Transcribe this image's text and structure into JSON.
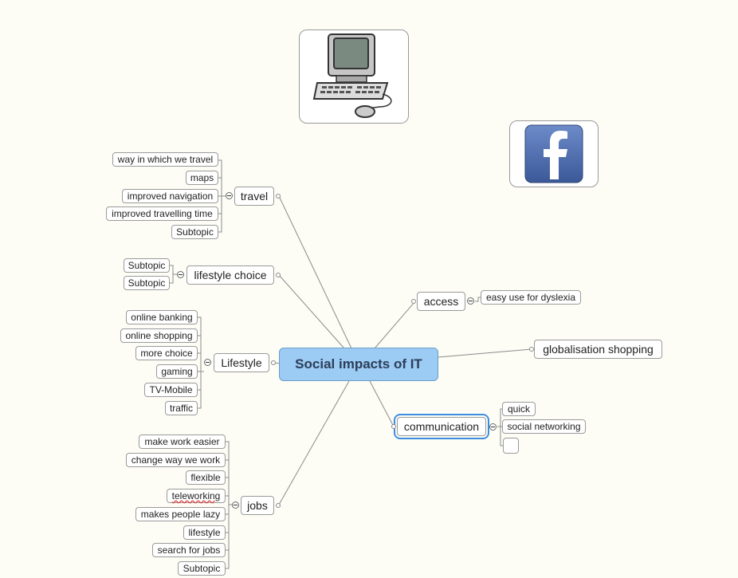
{
  "central": {
    "label": "Social impacts of IT"
  },
  "travel": {
    "label": "travel",
    "subtopics": [
      "way in which we travel",
      "maps",
      "improved navigation",
      "improved travelling time",
      "Subtopic"
    ]
  },
  "lifestyle_choice": {
    "label": "lifestyle choice",
    "subtopics": [
      "Subtopic",
      "Subtopic"
    ]
  },
  "lifestyle": {
    "label": "Lifestyle",
    "subtopics": [
      "online banking",
      "online shopping",
      "more choice",
      "gaming",
      "TV-Mobile",
      "traffic"
    ]
  },
  "jobs": {
    "label": "jobs",
    "subtopics": [
      "make work easier",
      "change way we work",
      "flexible",
      "teleworking",
      "makes people lazy",
      "lifestyle",
      "search for jobs",
      "Subtopic"
    ]
  },
  "access": {
    "label": "access",
    "subtopics": [
      "easy use for dyslexia"
    ]
  },
  "globalisation": {
    "label": "globalisation shopping"
  },
  "communication": {
    "label": "communication",
    "subtopics": [
      "quick",
      "social networking",
      ""
    ]
  },
  "images": {
    "computer": "computer-icon",
    "facebook": "facebook-icon"
  },
  "colors": {
    "central_fill": "#9ccbf4",
    "selection": "#3d8ee0",
    "facebook_blue": "#3b5998",
    "background": "#fdfdf6"
  }
}
